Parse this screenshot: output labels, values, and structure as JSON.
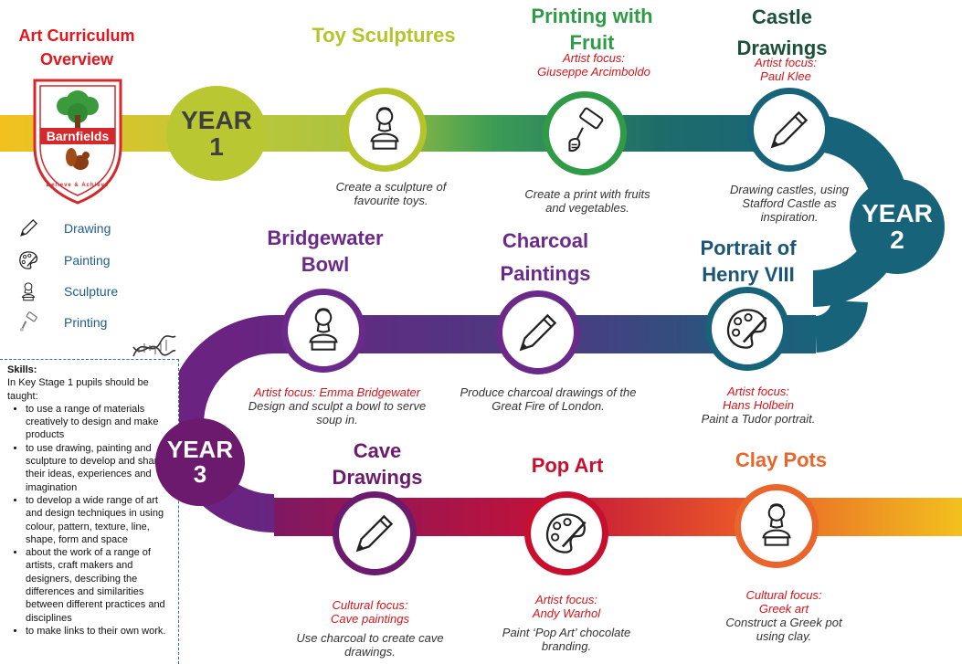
{
  "header": {
    "title": "Art Curriculum Overview",
    "title_color": "#e4161d"
  },
  "logo": {
    "school": "Barnfields",
    "motto": "Believe & Achieve"
  },
  "legend": [
    {
      "label": "Drawing",
      "icon": "pencil-icon"
    },
    {
      "label": "Painting",
      "icon": "palette-icon"
    },
    {
      "label": "Sculpture",
      "icon": "bust-icon"
    },
    {
      "label": "Printing",
      "icon": "paint-roller-icon"
    }
  ],
  "skills": {
    "heading": "Skills:",
    "intro": "In Key Stage 1 pupils should be taught:",
    "items": [
      "to use a range of materials creatively to design and make products",
      "to use drawing, painting and sculpture to develop and share their ideas, experiences and imagination",
      "to develop a wide range of art and design techniques in using colour, pattern, texture, line, shape, form and space",
      "about the work of a range of artists, craft makers and designers, describing the differences and similarities between different practices and disciplines",
      "to make  links to their own work."
    ]
  },
  "years": [
    {
      "word": "YEAR",
      "num": "1",
      "color": "#b9c832",
      "text_color": "#3f3f3f"
    },
    {
      "word": "YEAR",
      "num": "2",
      "color": "#17647a",
      "text_color": "#ffffff"
    },
    {
      "word": "YEAR",
      "num": "3",
      "color": "#6c1a6d",
      "text_color": "#ffffff"
    }
  ],
  "projects": {
    "toy": {
      "title": "Toy Sculptures",
      "desc": "Create a sculpture of favourite toys.",
      "color": "#b5c42a",
      "icon": "bust-icon"
    },
    "fruit": {
      "title": "Printing with Fruit",
      "focus_label": "Artist focus:",
      "focus_name": "Giuseppe Arcimboldo",
      "desc": "Create a print with fruits and vegetables.",
      "color": "#2f9b46",
      "icon": "paint-roller-icon"
    },
    "castle": {
      "title": "Castle Drawings",
      "focus_label": "Artist focus:",
      "focus_name": "Paul Klee",
      "desc": "Drawing castles, using Stafford Castle as inspiration.",
      "color": "#1c4f3c",
      "icon": "pencil-icon"
    },
    "portrait": {
      "title": "Portrait of Henry VIII",
      "focus_label": "Artist focus:",
      "focus_name": "Hans Holbein",
      "desc": "Paint a Tudor portrait.",
      "color": "#1b5679",
      "icon": "palette-icon"
    },
    "charcoal": {
      "title": "Charcoal Paintings",
      "desc": "Produce charcoal drawings of the Great Fire of London.",
      "color": "#6b2a8a",
      "icon": "pencil-icon"
    },
    "bowl": {
      "title": "Bridgewater Bowl",
      "focus_label": "Artist focus: ",
      "focus_name": "Emma Bridgewater",
      "desc": "Design and sculpt a bowl to serve soup in.",
      "color": "#6b2a8a",
      "icon": "bust-icon"
    },
    "cave": {
      "title": "Cave Drawings",
      "focus_label": "Cultural focus:",
      "focus_name": "Cave paintings",
      "desc": "Use charcoal to create cave drawings.",
      "color": "#6b1a6d",
      "icon": "pencil-icon"
    },
    "popart": {
      "title": "Pop Art",
      "focus_label": "Artist focus:",
      "focus_name": "Andy Warhol",
      "desc": "Paint ‘Pop Art’ chocolate branding.",
      "color": "#c8102e",
      "icon": "palette-icon"
    },
    "clay": {
      "title": "Clay Pots",
      "focus_label": "Cultural focus:",
      "focus_name": "Greek art",
      "desc": "Construct a Greek pot using clay.",
      "color": "#e8662b",
      "icon": "bust-icon"
    }
  }
}
